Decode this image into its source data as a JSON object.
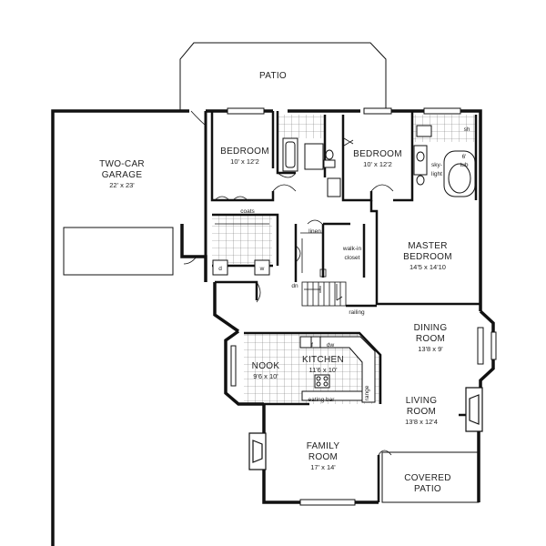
{
  "rooms": {
    "patio": {
      "name": "PATIO"
    },
    "garage": {
      "line1": "TWO-CAR",
      "line2": "GARAGE",
      "dims": "22' x 23'"
    },
    "bedroom1": {
      "name": "BEDROOM",
      "dims": "10' x 12'2"
    },
    "bedroom2": {
      "name": "BEDROOM",
      "dims": "10' x 12'2"
    },
    "master": {
      "line1": "MASTER",
      "line2": "BEDROOM",
      "dims": "14'5 x 14'10"
    },
    "dining": {
      "line1": "DINING",
      "line2": "ROOM",
      "dims": "13'8 x 9'"
    },
    "nook": {
      "name": "NOOK",
      "dims": "9'6 x 10'"
    },
    "kitchen": {
      "name": "KITCHEN",
      "dims": "11'6 x 10'"
    },
    "living": {
      "line1": "LIVING",
      "line2": "ROOM",
      "dims": "13'8 x 12'4"
    },
    "family": {
      "line1": "FAMILY",
      "line2": "ROOM",
      "dims": "17' x 14'"
    },
    "covered_patio": {
      "line1": "COVERED",
      "line2": "PATIO"
    }
  },
  "fixtures": {
    "coats": "coats",
    "linen": "linen",
    "walkin1": "walk-in",
    "walkin2": "closet",
    "d": "d",
    "w": "w",
    "dn": "dn",
    "railing": "railing",
    "sh": "sh",
    "sky": "sky-",
    "light": "light",
    "tub1": "6'",
    "tub2": "tub",
    "f": "f",
    "dw": "dw",
    "eating_bar": "eating bar",
    "range": "range"
  }
}
